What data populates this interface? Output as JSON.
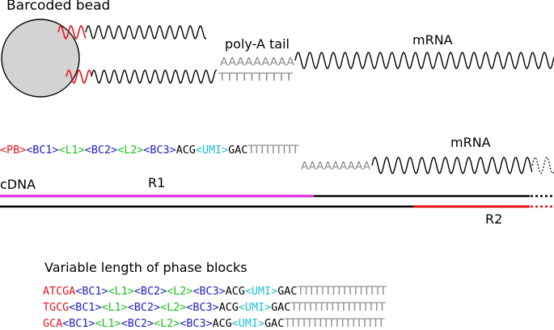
{
  "labels": {
    "bead": "Barcoded bead",
    "polya": "poly-A tail",
    "mrna_top": "mRNA",
    "mrna_mid": "mRNA",
    "cdna": "cDNA",
    "r1": "R1",
    "r2": "R2",
    "variable_title": "Variable length of phase blocks"
  },
  "colors": {
    "bead_fill": "#d3d3d3",
    "red": "#e8141c",
    "blue": "#1f1fc0",
    "green": "#19c219",
    "cyan": "#1fbfd0",
    "magenta": "#e020e0",
    "gray": "#8a8a8a",
    "black": "#000000"
  },
  "polya_text": "AAAAAAAAA",
  "polyt_text": "TTTTTTTTTT",
  "main_sequence": [
    {
      "text": "<PB>",
      "color": "red"
    },
    {
      "text": "<BC1>",
      "color": "blue"
    },
    {
      "text": "<L1>",
      "color": "green"
    },
    {
      "text": "<BC2>",
      "color": "blue"
    },
    {
      "text": "<L2>",
      "color": "green"
    },
    {
      "text": "<BC3>",
      "color": "blue"
    },
    {
      "text": "ACG",
      "color": "black"
    },
    {
      "text": "<UMI>",
      "color": "cyan"
    },
    {
      "text": "GAC",
      "color": "black"
    },
    {
      "text": "TTTTTTTTT",
      "color": "gray"
    }
  ],
  "phase_sequences": [
    [
      {
        "text": "ATCGA",
        "color": "red"
      },
      {
        "text": "<BC1>",
        "color": "blue"
      },
      {
        "text": "<L1>",
        "color": "green"
      },
      {
        "text": "<BC2>",
        "color": "blue"
      },
      {
        "text": "<L2>",
        "color": "green"
      },
      {
        "text": "<BC3>",
        "color": "blue"
      },
      {
        "text": "ACG",
        "color": "black"
      },
      {
        "text": "<UMI>",
        "color": "cyan"
      },
      {
        "text": "GAC",
        "color": "black"
      },
      {
        "text": "TTTTTTTTTTTTTTTT",
        "color": "gray"
      }
    ],
    [
      {
        "text": "TGCG",
        "color": "red"
      },
      {
        "text": "<BC1>",
        "color": "blue"
      },
      {
        "text": "<L1>",
        "color": "green"
      },
      {
        "text": "<BC2>",
        "color": "blue"
      },
      {
        "text": "<L2>",
        "color": "green"
      },
      {
        "text": "<BC3>",
        "color": "blue"
      },
      {
        "text": "ACG",
        "color": "black"
      },
      {
        "text": "<UMI>",
        "color": "cyan"
      },
      {
        "text": "GAC",
        "color": "black"
      },
      {
        "text": "TTTTTTTTTTTTTTTTT",
        "color": "gray"
      }
    ],
    [
      {
        "text": "GCA",
        "color": "red"
      },
      {
        "text": "<BC1>",
        "color": "blue"
      },
      {
        "text": "<L1>",
        "color": "green"
      },
      {
        "text": "<BC2>",
        "color": "blue"
      },
      {
        "text": "<L2>",
        "color": "green"
      },
      {
        "text": "<BC3>",
        "color": "blue"
      },
      {
        "text": "ACG",
        "color": "black"
      },
      {
        "text": "<UMI>",
        "color": "cyan"
      },
      {
        "text": "GAC",
        "color": "black"
      },
      {
        "text": "TTTTTTTTTTTTTTTTTT",
        "color": "gray"
      }
    ]
  ]
}
